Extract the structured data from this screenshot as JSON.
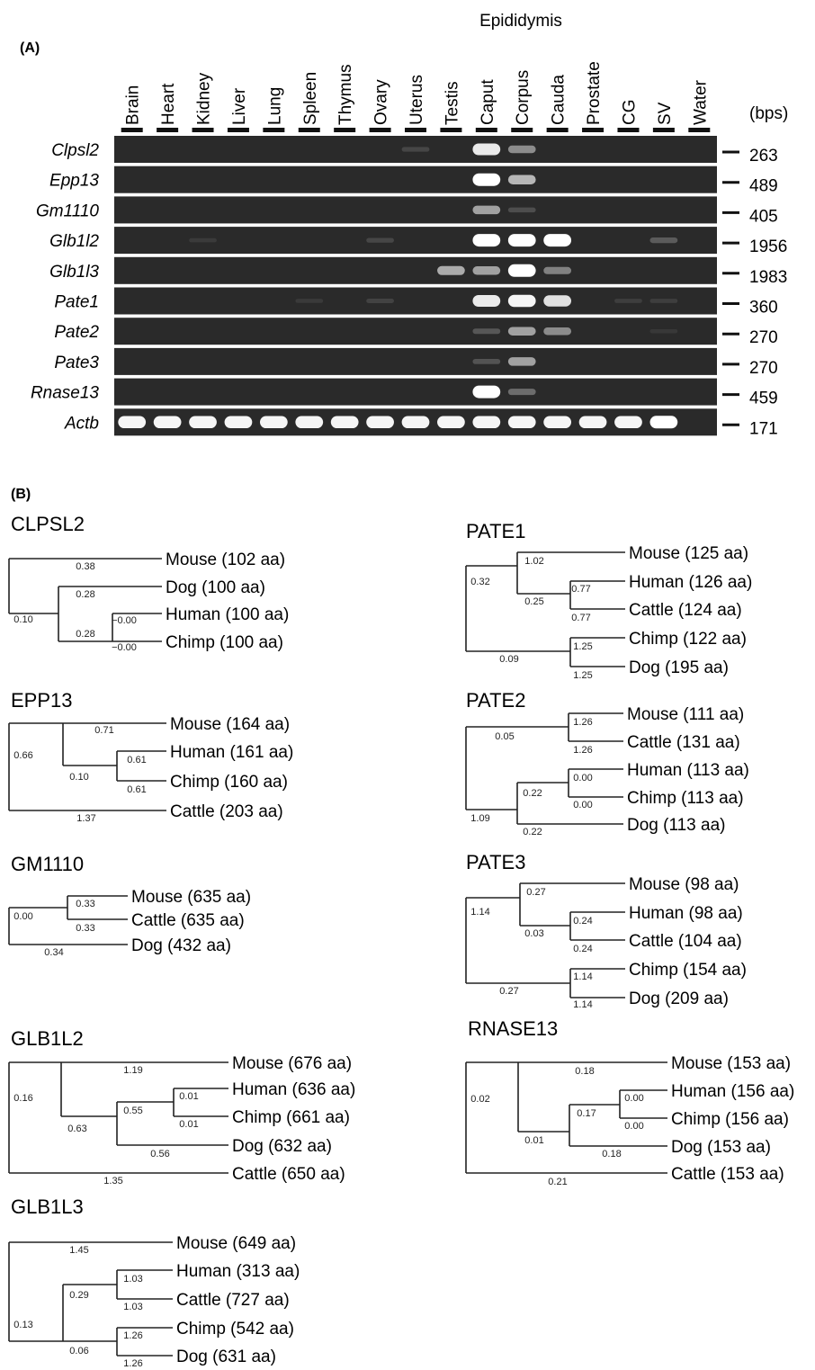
{
  "panel_a": {
    "label": "(A)",
    "header": "Epididymis",
    "bps_label": "(bps)",
    "lanes": [
      "Brain",
      "Heart",
      "Kidney",
      "Liver",
      "Lung",
      "Spleen",
      "Thymus",
      "Ovary",
      "Uterus",
      "Testis",
      "Caput",
      "Corpus",
      "Cauda",
      "Prostate",
      "CG",
      "SV",
      "Water"
    ],
    "genes": [
      {
        "name": "Clpsl2",
        "bp": "263",
        "bands": [
          0,
          0,
          0,
          0,
          0,
          0,
          0,
          0,
          0.12,
          0,
          0.9,
          0.45,
          0,
          0,
          0,
          0,
          0
        ]
      },
      {
        "name": "Epp13",
        "bp": "489",
        "bands": [
          0,
          0,
          0,
          0,
          0,
          0,
          0,
          0,
          0,
          0,
          1.0,
          0.65,
          0,
          0,
          0,
          0,
          0
        ]
      },
      {
        "name": "Gm1110",
        "bp": "405",
        "bands": [
          0,
          0,
          0,
          0,
          0,
          0,
          0,
          0,
          0,
          0,
          0.55,
          0.15,
          0,
          0,
          0,
          0,
          0
        ]
      },
      {
        "name": "Glb1l2",
        "bp": "1956",
        "bands": [
          0,
          0,
          0.06,
          0,
          0,
          0,
          0,
          0.12,
          0,
          0,
          1.0,
          1.0,
          1.0,
          0,
          0,
          0.22,
          0
        ]
      },
      {
        "name": "Glb1l3",
        "bp": "1983",
        "bands": [
          0,
          0,
          0,
          0,
          0,
          0,
          0,
          0,
          0,
          0.6,
          0.55,
          1.0,
          0.4,
          0,
          0,
          0,
          0
        ]
      },
      {
        "name": "Pate1",
        "bp": "360",
        "bands": [
          0,
          0,
          0,
          0,
          0,
          0.06,
          0,
          0.1,
          0,
          0,
          0.9,
          0.95,
          0.85,
          0,
          0.08,
          0.08,
          0
        ]
      },
      {
        "name": "Pate2",
        "bp": "270",
        "bands": [
          0,
          0,
          0,
          0,
          0,
          0,
          0,
          0,
          0,
          0,
          0.2,
          0.55,
          0.45,
          0,
          0,
          0.05,
          0
        ]
      },
      {
        "name": "Pate3",
        "bp": "270",
        "bands": [
          0,
          0,
          0,
          0,
          0,
          0,
          0,
          0,
          0,
          0,
          0.18,
          0.55,
          0,
          0,
          0,
          0,
          0
        ]
      },
      {
        "name": "Rnase13",
        "bp": "459",
        "bands": [
          0,
          0,
          0,
          0,
          0,
          0,
          0,
          0,
          0,
          0,
          1.0,
          0.3,
          0,
          0,
          0,
          0,
          0
        ]
      },
      {
        "name": "Actb",
        "bp": "171",
        "bands": [
          0.95,
          0.95,
          0.95,
          0.95,
          0.95,
          0.95,
          0.95,
          0.95,
          0.95,
          0.95,
          0.95,
          0.95,
          0.95,
          0.95,
          0.95,
          1.0,
          0
        ]
      }
    ]
  },
  "panel_b": {
    "label": "(B)",
    "trees": [
      {
        "title": "CLPSL2",
        "leaves": [
          "Mouse (102 aa)",
          "Dog (100 aa)",
          "Human (100 aa)",
          "Chimp (100 aa)"
        ],
        "branch_lengths": [
          "0.38",
          "0.28",
          "−0.00",
          "−0.00",
          "0.10",
          "0.28"
        ]
      },
      {
        "title": "EPP13",
        "leaves": [
          "Mouse  (164 aa)",
          "Human (161 aa)",
          "Chimp (160 aa)",
          "Cattle (203 aa)"
        ],
        "branch_lengths": [
          "0.71",
          "0.61",
          "0.61",
          "0.66",
          "0.10",
          "1.37"
        ]
      },
      {
        "title": "GM1110",
        "leaves": [
          "Mouse (635 aa)",
          "Cattle (635 aa)",
          "Dog (432 aa)"
        ],
        "branch_lengths": [
          "0.33",
          "0.33",
          "0.00",
          "0.34"
        ]
      },
      {
        "title": "GLB1L2",
        "leaves": [
          "Mouse (676 aa)",
          "Human (636 aa)",
          "Chimp (661 aa)",
          "Dog (632 aa)",
          "Cattle (650 aa)"
        ],
        "branch_lengths": [
          "1.19",
          "0.01",
          "0.01",
          "0.55",
          "0.56",
          "0.16",
          "0.63",
          "1.35"
        ]
      },
      {
        "title": "GLB1L3",
        "leaves": [
          "Mouse (649 aa)",
          "Human (313 aa)",
          "Cattle (727 aa)",
          "Chimp (542 aa)",
          "Dog (631 aa)"
        ],
        "branch_lengths": [
          "1.45",
          "1.03",
          "1.03",
          "0.29",
          "1.26",
          "1.26",
          "0.13",
          "0.06"
        ]
      },
      {
        "title": "PATE1",
        "leaves": [
          "Mouse (125 aa)",
          "Human (126 aa)",
          "Cattle (124 aa)",
          "Chimp (122 aa)",
          "Dog (195 aa)"
        ],
        "branch_lengths": [
          "1.02",
          "0.77",
          "0.77",
          "0.32",
          "0.25",
          "1.25",
          "1.25",
          "0.09"
        ]
      },
      {
        "title": "PATE2",
        "leaves": [
          "Mouse (111 aa)",
          "Cattle (131 aa)",
          "Human (113 aa)",
          "Chimp (113 aa)",
          "Dog (113 aa)"
        ],
        "branch_lengths": [
          "1.26",
          "1.26",
          "0.05",
          "0.00",
          "0.00",
          "0.22",
          "1.09",
          "0.22"
        ]
      },
      {
        "title": "PATE3",
        "leaves": [
          "Mouse (98 aa)",
          "Human (98 aa)",
          "Cattle (104 aa)",
          "Chimp (154 aa)",
          "Dog (209 aa)"
        ],
        "branch_lengths": [
          "0.27",
          "0.24",
          "0.24",
          "1.14",
          "0.03",
          "1.14",
          "1.14",
          "0.27"
        ]
      },
      {
        "title": "RNASE13",
        "leaves": [
          "Mouse (153 aa)",
          "Human (156 aa)",
          "Chimp (156 aa)",
          "Dog (153 aa)",
          "Cattle (153 aa)"
        ],
        "branch_lengths": [
          "0.18",
          "0.00",
          "0.00",
          "0.17",
          "0.02",
          "0.01",
          "0.18",
          "0.21"
        ]
      }
    ]
  }
}
